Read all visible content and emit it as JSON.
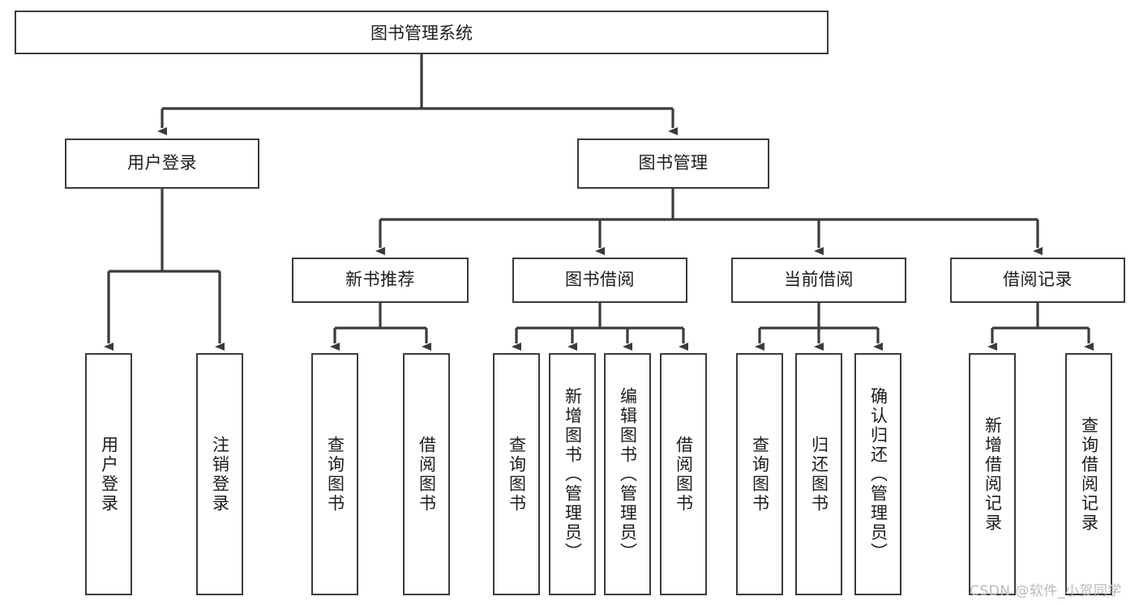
{
  "diagram": {
    "title": "图书管理系统",
    "type": "tree",
    "style": {
      "box_border_color": "#3b3b3b",
      "box_fill_color": "#ffffff",
      "edge_color": "#3b3b3b",
      "text_color": "#1c1c1c",
      "background_color": "#ffffff"
    },
    "root": {
      "label": "图书管理系统"
    },
    "level2": [
      {
        "label": "用户登录"
      },
      {
        "label": "图书管理"
      }
    ],
    "level3": [
      {
        "label": "新书推荐"
      },
      {
        "label": "图书借阅"
      },
      {
        "label": "当前借阅"
      },
      {
        "label": "借阅记录"
      }
    ],
    "leaves": {
      "user_login": [
        {
          "label": "用户登录"
        },
        {
          "label": "注销登录"
        }
      ],
      "new_book_recommend": [
        {
          "label": "查询图书"
        },
        {
          "label": "借阅图书"
        }
      ],
      "book_borrow": [
        {
          "label": "查询图书"
        },
        {
          "label": "新增图书（管理员）"
        },
        {
          "label": "编辑图书（管理员）"
        },
        {
          "label": "借阅图书"
        }
      ],
      "current_borrow": [
        {
          "label": "查询图书"
        },
        {
          "label": "归还图书"
        },
        {
          "label": "确认归还（管理员）"
        }
      ],
      "borrow_records": [
        {
          "label": "新增借阅记录"
        },
        {
          "label": "查询借阅记录"
        }
      ]
    }
  },
  "watermark": {
    "text": "CSDN @软件_小贺同学"
  }
}
